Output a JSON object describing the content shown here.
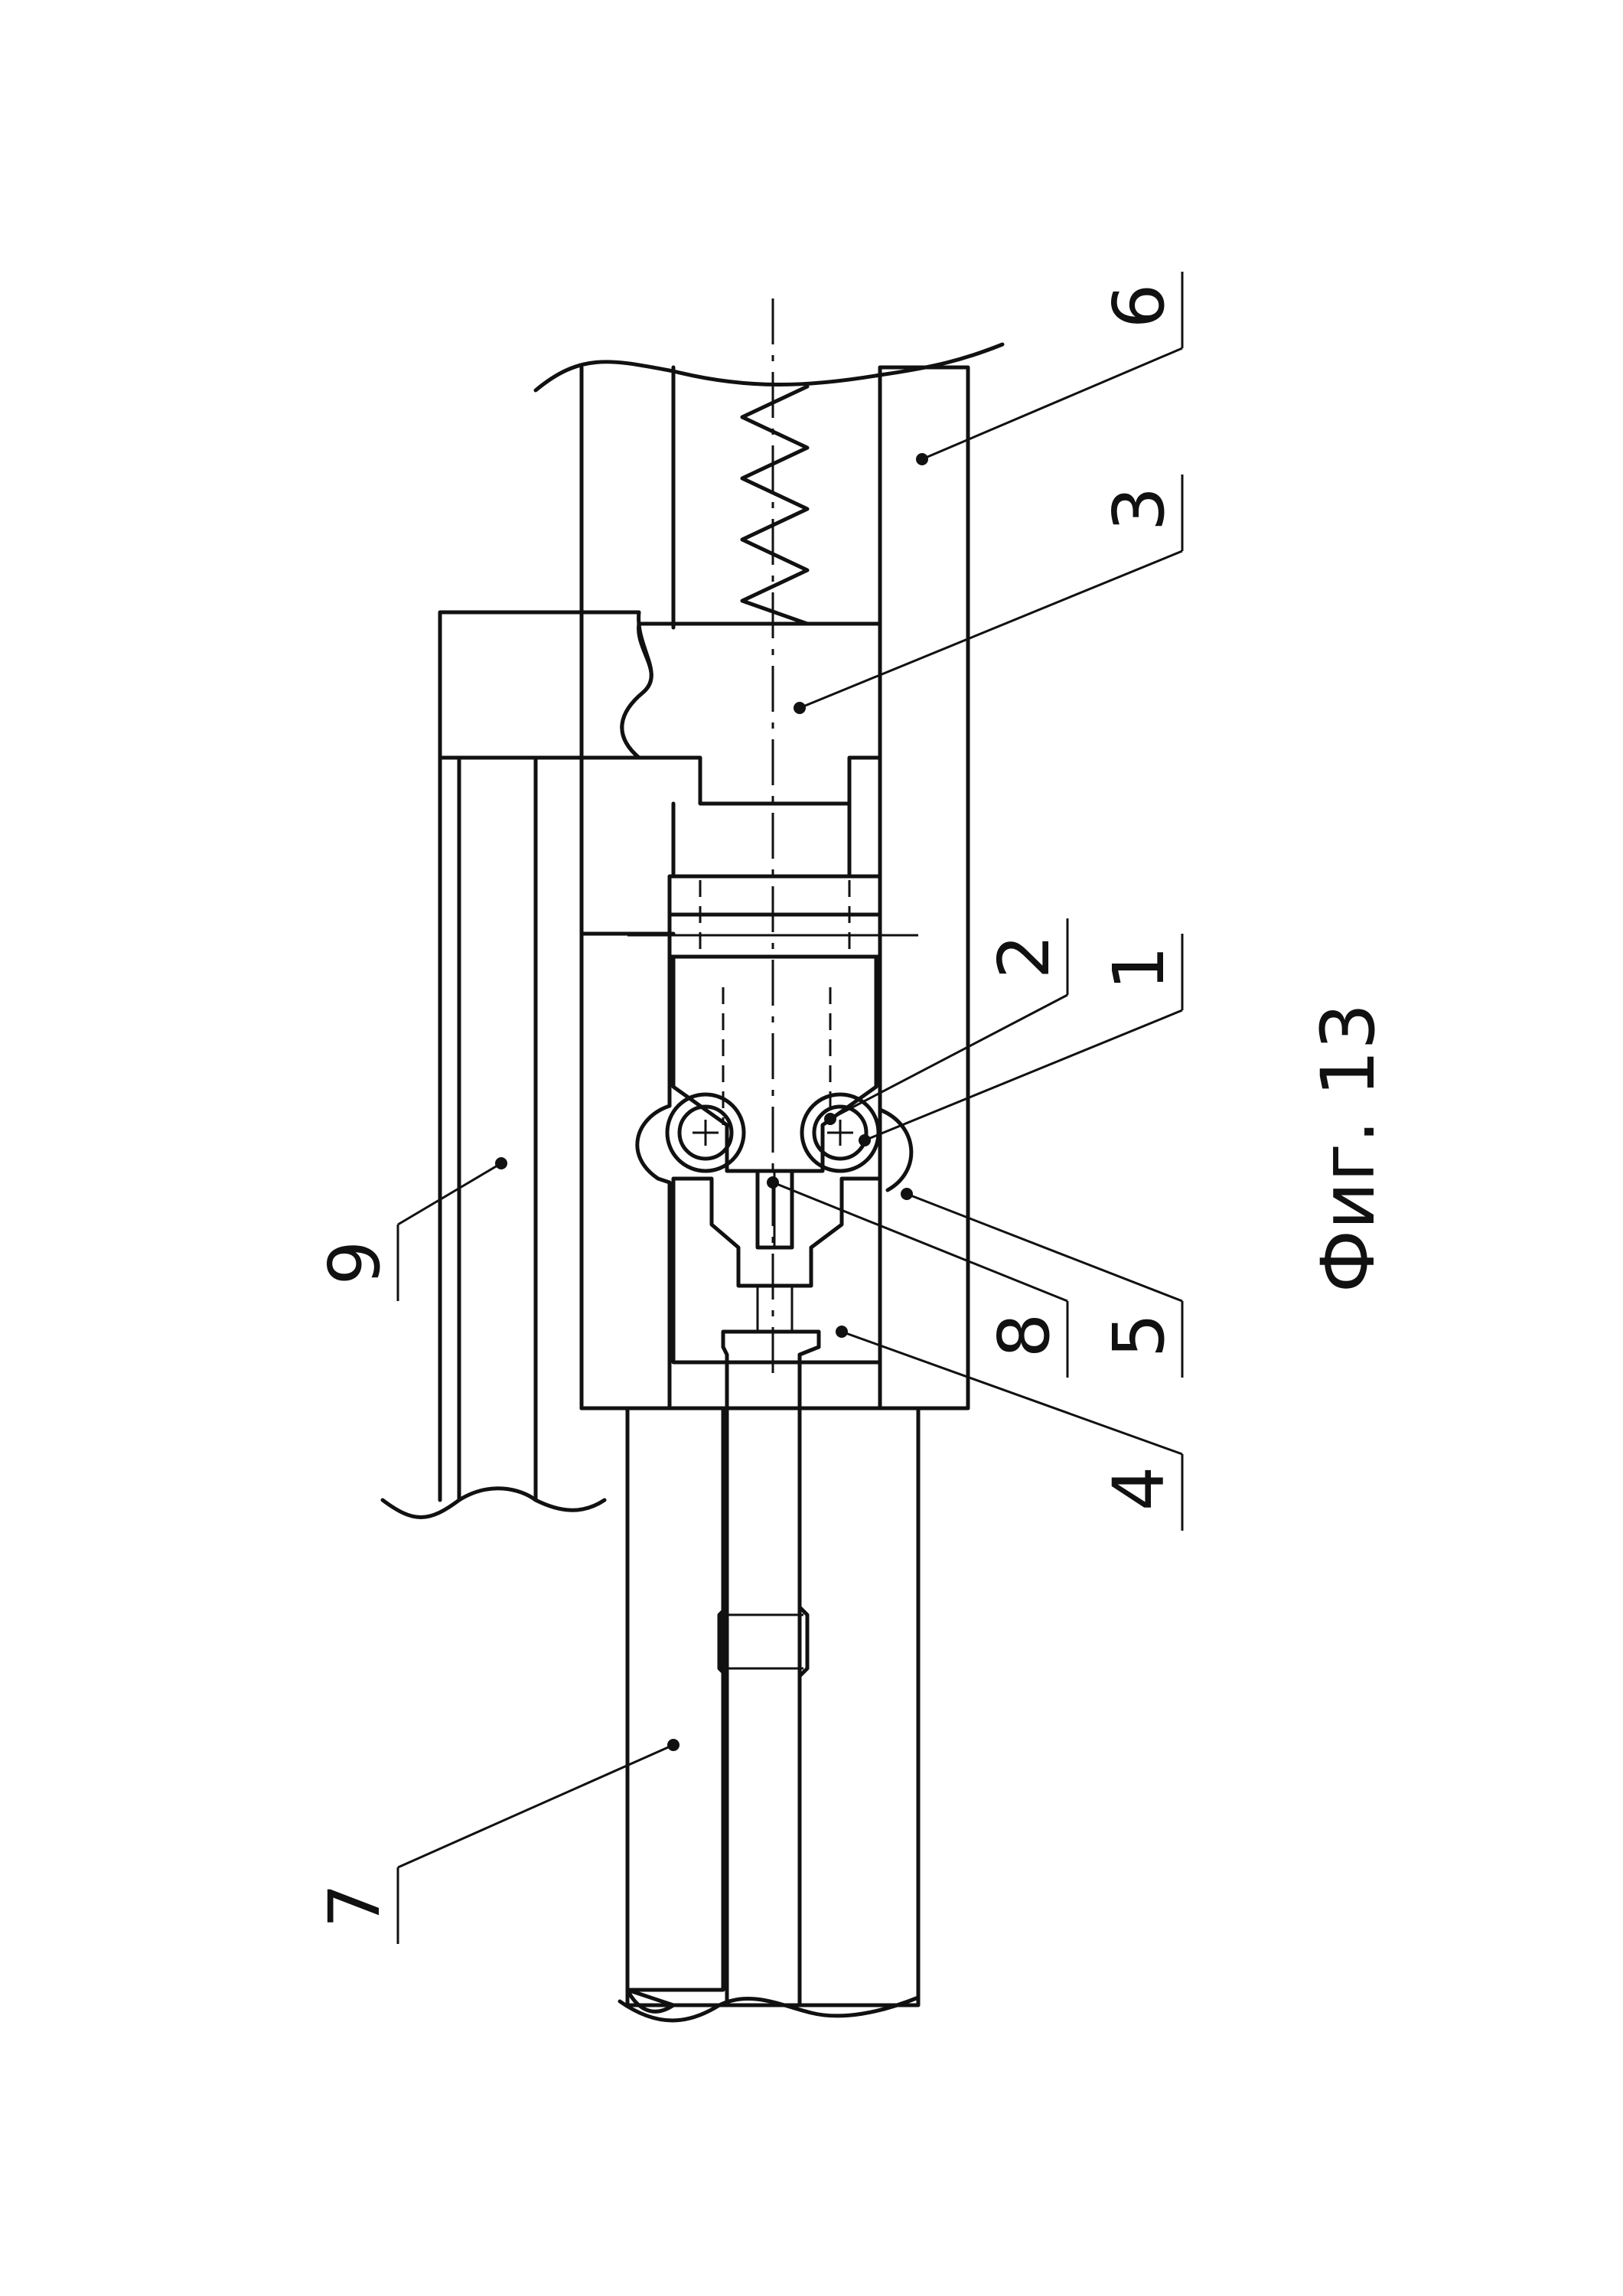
{
  "figure": {
    "caption": "Фиг. 13"
  },
  "labels": {
    "l1": "1",
    "l2": "2",
    "l3": "3",
    "l4": "4",
    "l5": "5",
    "l6": "6",
    "l7": "7",
    "l8": "8",
    "l9": "9"
  }
}
